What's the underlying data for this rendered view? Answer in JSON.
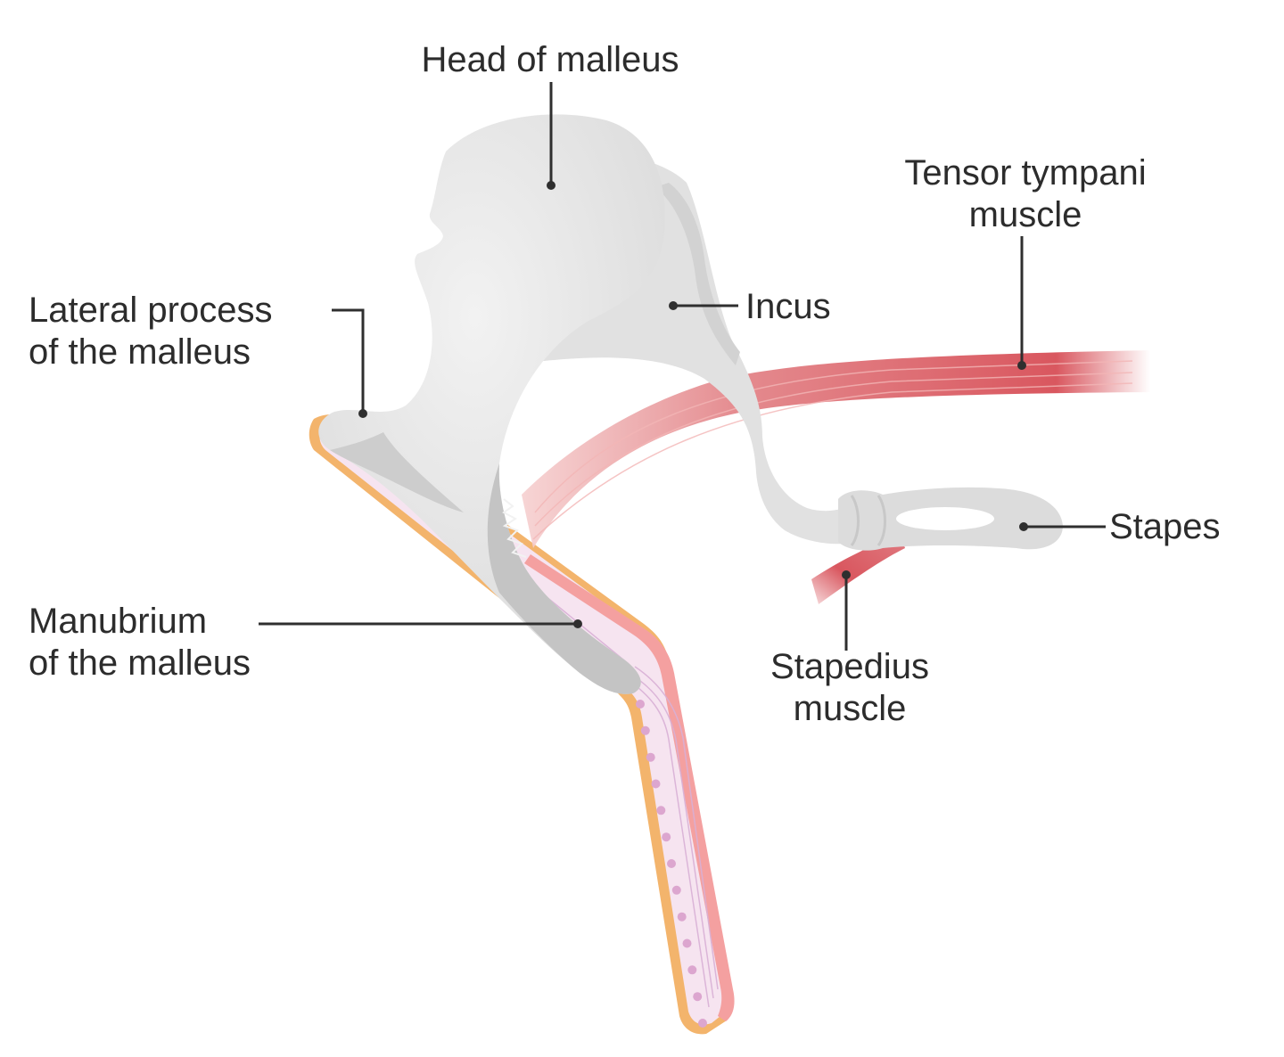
{
  "labels": {
    "head_of_malleus": "Head of malleus",
    "tensor_tympani": [
      "Tensor tympani",
      "muscle"
    ],
    "lateral_process": [
      "Lateral process",
      "of the malleus"
    ],
    "incus": "Incus",
    "stapes": "Stapes",
    "manubrium": [
      "Manubrium",
      "of the malleus"
    ],
    "stapedius": [
      "Stapedius",
      "muscle"
    ]
  },
  "colors": {
    "bone": "#e6e6e6",
    "bone_shadow": "#c4c4c4",
    "membrane_fill": "#f6e4f0",
    "membrane_dots": "#dca6cf",
    "membrane_outer": "#f3b46c",
    "membrane_inner": "#f4a0a0",
    "muscle": "#d9575f",
    "leader": "#2f2f2f",
    "text": "#2c2c2c"
  }
}
